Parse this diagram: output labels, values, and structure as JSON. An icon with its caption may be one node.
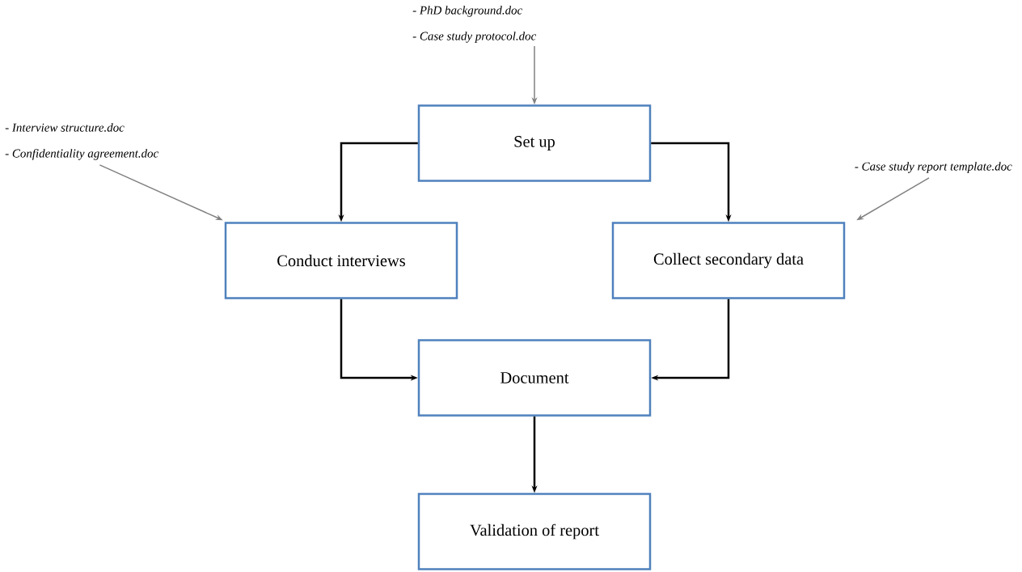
{
  "diagram": {
    "nodes": [
      {
        "text": [
          "Set up"
        ]
      },
      {
        "text": [
          "Conduct interviews"
        ]
      },
      {
        "text": [
          "Collect secondary data"
        ]
      },
      {
        "text": [
          "Document"
        ]
      },
      {
        "text": [
          "Validation of report"
        ]
      },
      {
        "text": [
          "- PhD background.doc",
          "- Case study protocol.doc"
        ]
      },
      {
        "text": [
          "- Interview structure.doc",
          "- Confidentiality agreement.doc"
        ]
      },
      {
        "text": [
          "- Case study report template.doc"
        ]
      }
    ],
    "edges": [
      {
        "from": 5,
        "to": 0,
        "arrow": "to",
        "color": "#808080"
      },
      {
        "from": 6,
        "to": 1,
        "arrow": "to",
        "color": "#808080"
      },
      {
        "from": 7,
        "to": 2,
        "arrow": "to",
        "color": "#808080"
      },
      {
        "from": 0,
        "to": 1,
        "arrow": "to"
      },
      {
        "from": 0,
        "to": 2,
        "arrow": "to"
      },
      {
        "from": 1,
        "to": 3,
        "arrow": "to"
      },
      {
        "from": 2,
        "to": 3,
        "arrow": "to"
      },
      {
        "from": 3,
        "to": 4,
        "arrow": "to"
      }
    ]
  }
}
